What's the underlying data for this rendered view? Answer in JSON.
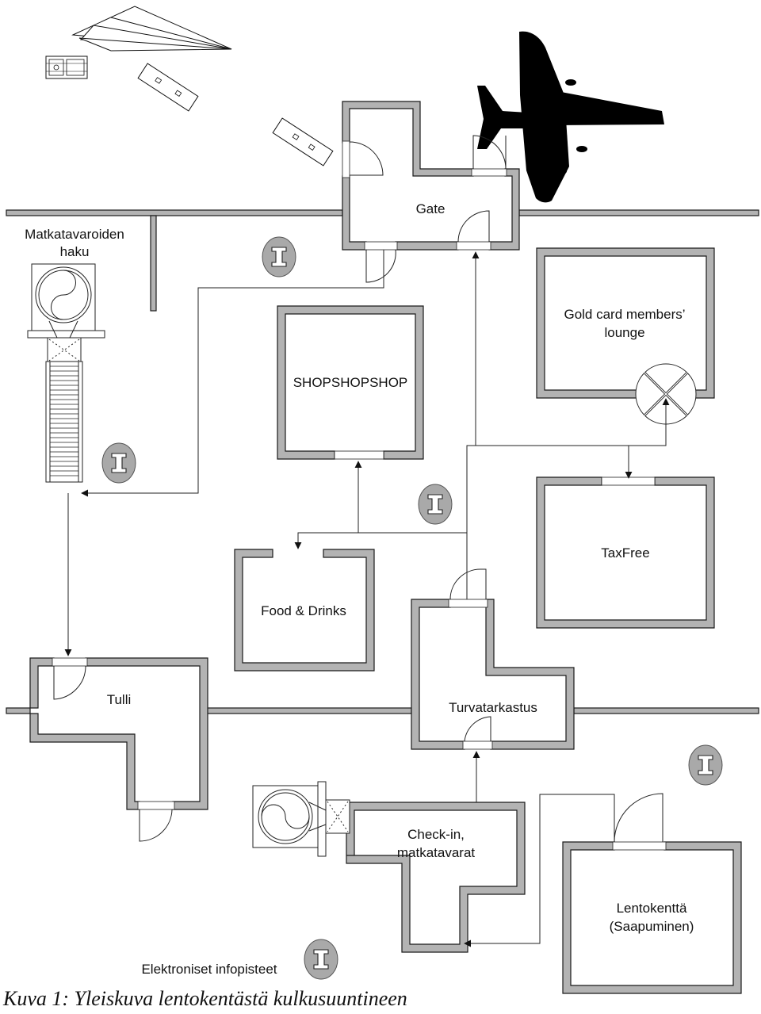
{
  "labels": {
    "gate": "Gate",
    "baggage_claim_line1": "Matkatavaroiden",
    "baggage_claim_line2": "haku",
    "gold_lounge_line1": "Gold card members’",
    "gold_lounge_line2": "lounge",
    "shop": "SHOPSHOPSHOP",
    "taxfree": "TaxFree",
    "food_drinks": "Food & Drinks",
    "customs": "Tulli",
    "security": "Turvatarkastus",
    "checkin_line1": "Check-in,",
    "checkin_line2": "matkatavarat",
    "arrivals_line1": "Lentokenttä",
    "arrivals_line2": "(Saapuminen)",
    "info_points": "Elektroniset infopisteet"
  },
  "caption": "Kuva 1: Yleiskuva lentokentästä kulkusuuntineen",
  "icons": {
    "airplane": "airplane-icon",
    "paper_plane": "paper-plane-icon",
    "baggage_cart": "baggage-cart-icon",
    "info_kiosk": "info-kiosk-icon",
    "carousel": "baggage-carousel-icon",
    "revolving_door": "revolving-door-icon"
  },
  "colors": {
    "wall": "#b3b3b3",
    "info_point": "#a9a9a9",
    "airplane": "#000000"
  }
}
